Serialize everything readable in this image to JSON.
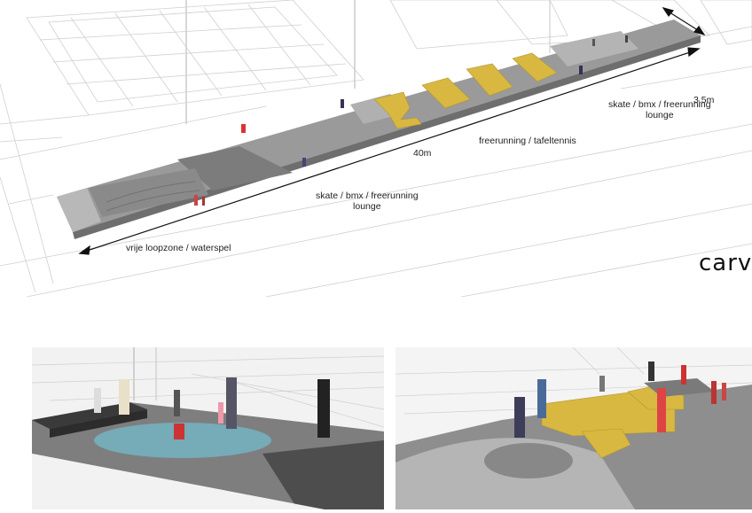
{
  "labels": {
    "width": "3.5m",
    "length": "40m",
    "zone_right_line1": "skate / bmx  / freerunning",
    "zone_right_line2": "lounge",
    "zone_middle": "freerunning / tafeltennis",
    "zone_left_line1": "skate / bmx  / freerunning",
    "zone_left_line2": "lounge",
    "zone_water": "vrije loopzone / waterspel"
  },
  "brand": "carve",
  "colors": {
    "ramp_grey": "#8e8e8e",
    "ramp_light": "#b5b5b5",
    "bench_yellow": "#d8b841",
    "water_blue": "#6fd0e8",
    "dark_block": "#3a3a3a"
  }
}
